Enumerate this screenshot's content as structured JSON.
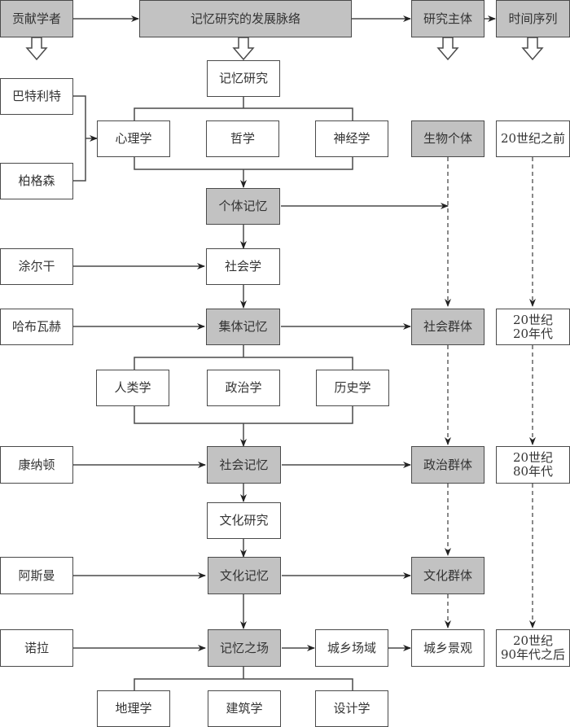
{
  "colors": {
    "node_fill_highlight": "#c2c2c2",
    "node_fill": "#ffffff",
    "stroke": "#4a4a4a",
    "text": "#333333"
  },
  "headers": {
    "scholars": "贡献学者",
    "context": "记忆研究的发展脉络",
    "subject": "研究主体",
    "timeline": "时间序列"
  },
  "scholars": {
    "bartlett": "巴特利特",
    "bergson": "柏格森",
    "durkheim": "涂尔干",
    "halbwachs": "哈布瓦赫",
    "connerton": "康纳顿",
    "assmann": "阿斯曼",
    "nora": "诺拉"
  },
  "context": {
    "memory_research": "记忆研究",
    "psychology": "心理学",
    "philosophy": "哲学",
    "neuroscience": "神经学",
    "individual_memory": "个体记忆",
    "sociology": "社会学",
    "collective_memory": "集体记忆",
    "anthropology": "人类学",
    "political_science": "政治学",
    "history": "历史学",
    "social_memory": "社会记忆",
    "cultural_studies": "文化研究",
    "cultural_memory": "文化记忆",
    "lieux_de_memoire": "记忆之场",
    "geography": "地理学",
    "architecture": "建筑学",
    "design": "设计学",
    "urban_rural_field": "城乡场域"
  },
  "subjects": {
    "biological_individual": "生物个体",
    "social_group": "社会群体",
    "political_group": "政治群体",
    "cultural_group": "文化群体",
    "urban_rural_landscape": "城乡景观"
  },
  "timeline": {
    "before_20c": "20世纪之前",
    "c20_20s": "20世纪\n20年代",
    "c20_80s": "20世纪\n80年代",
    "after_c20_90s": "20世纪\n90年代之后"
  }
}
